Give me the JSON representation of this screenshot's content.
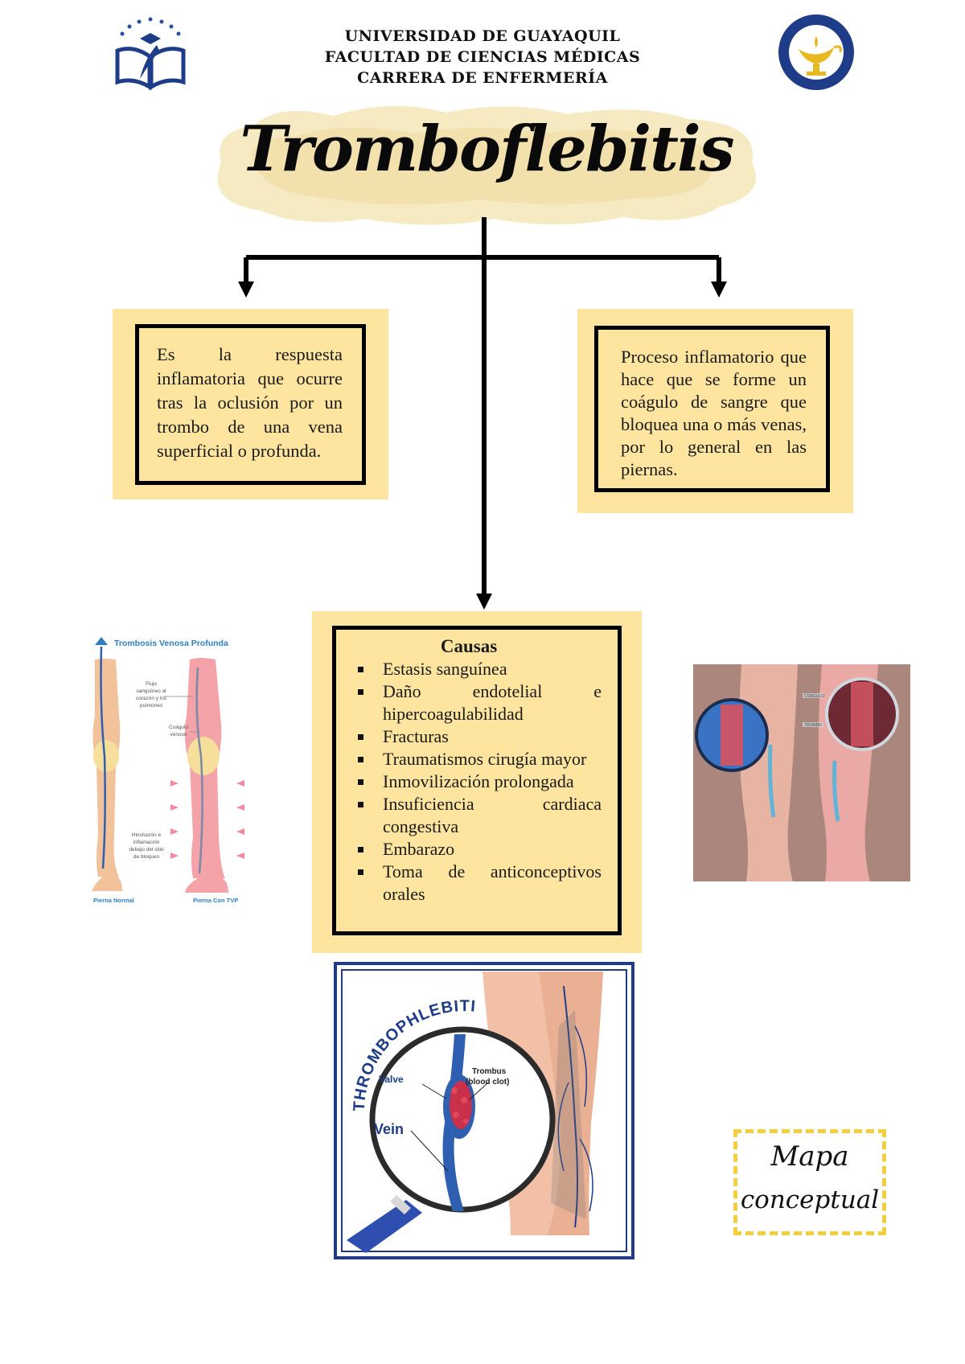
{
  "header": {
    "line1": "UNIVERSIDAD DE GUAYAQUIL",
    "line2": "FACULTAD DE CIENCIAS MÉDICAS",
    "line3": "CARRERA DE ENFERMERÍA"
  },
  "title": "Tromboflebitis",
  "definitions": {
    "left": "Es la respuesta inflamatoria que ocurre tras la oclusión por un trombo de una vena superficial o profunda.",
    "right": "Proceso inflamatorio que hace que se forme un coágulo de sangre que bloquea una o más venas, por lo general en las piernas."
  },
  "causes": {
    "title": "Causas",
    "items": [
      "Estasis sanguínea",
      "Daño endotelial e hipercoagulabilidad",
      "Fracturas",
      "Traumatismos cirugía mayor",
      "Inmovilización prolongada",
      "Insuficiencia cardiaca congestiva",
      "Embarazo",
      "Toma de anticonceptivos orales"
    ]
  },
  "left_figure": {
    "title": "Trombosis Venosa Profunda",
    "label_flujo": [
      "Flujo",
      "sanguíneo al",
      "corazón y los",
      "pulmones"
    ],
    "label_coagulo": [
      "Coágulo",
      "venoso"
    ],
    "label_hinchazon": [
      "Hinchazón e",
      "inflamación",
      "debajo del sitio",
      "de bloqueo"
    ],
    "label_normal": "Pierna Normal",
    "label_tvp": "Pierna Con TVP"
  },
  "right_figure": {
    "label_top": "COÁGULO",
    "label_bottom": "TROMBO"
  },
  "bottom_figure": {
    "title": "THROMBOPHLEBITIS",
    "label_valve": "Valve",
    "label_thrombus1": "Trombus",
    "label_thrombus2": "(blood clot)",
    "label_vein": "Vein"
  },
  "badge": {
    "line1": "Mapa",
    "line2": "conceptual"
  },
  "colors": {
    "box_fill": "#fde49f",
    "border": "#000000",
    "accent_blue": "#1f3c88",
    "dashed": "#f2cf3f"
  }
}
